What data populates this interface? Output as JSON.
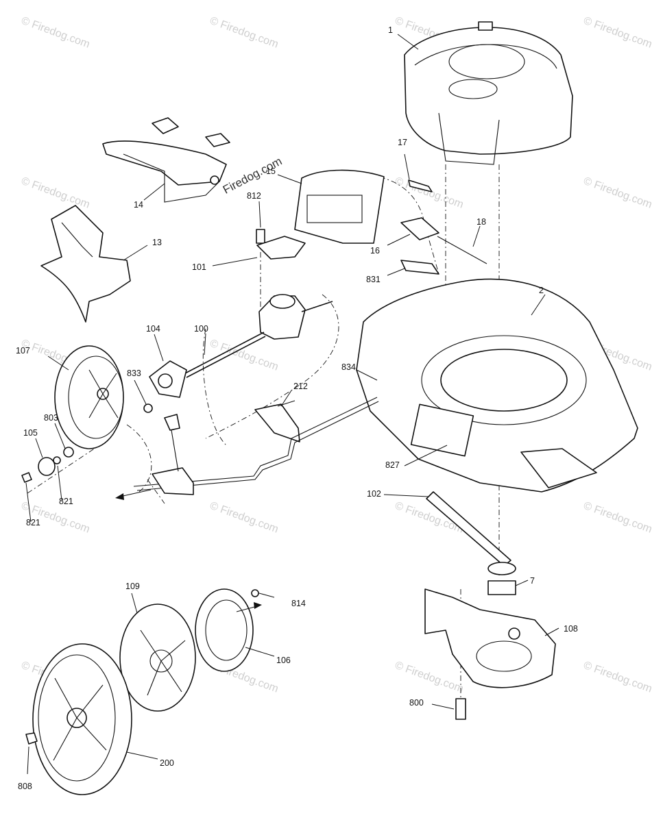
{
  "watermark": "© Firedog.com",
  "center_watermark": "Firedog.com",
  "callouts": {
    "c1": "1",
    "c2": "2",
    "c7": "7",
    "c13": "13",
    "c14": "14",
    "c15": "15",
    "c16": "16",
    "c17": "17",
    "c18": "18",
    "c100": "100",
    "c101": "101",
    "c102": "102",
    "c104": "104",
    "c105": "105",
    "c106": "106",
    "c107": "107",
    "c108": "108",
    "c109": "109",
    "c200": "200",
    "c212": "212",
    "c800": "800",
    "c803": "803",
    "c808": "808",
    "c812": "812",
    "c814": "814",
    "c821a": "821",
    "c821b": "821",
    "c827": "827",
    "c831": "831",
    "c833": "833",
    "c834": "834"
  }
}
